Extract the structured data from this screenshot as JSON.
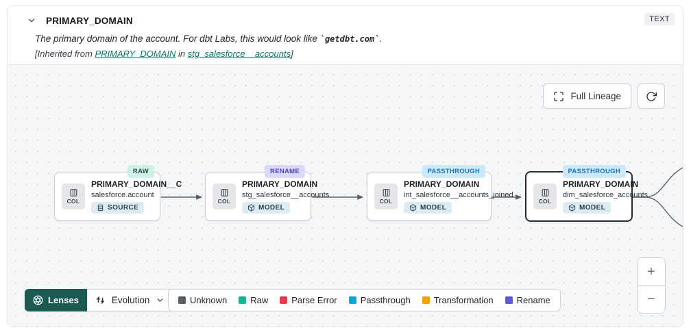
{
  "header": {
    "title": "PRIMARY_DOMAIN",
    "type_badge": "TEXT",
    "description_prefix": "The primary domain of the account. For dbt Labs, this would look like ",
    "description_code": "`getdbt.com`",
    "description_suffix": ".",
    "inherited_prefix": "[Inherited from ",
    "inherited_link_column": "PRIMARY_DOMAIN",
    "inherited_middle": " in ",
    "inherited_link_model": "stg_salesforce__accounts",
    "inherited_suffix": "]"
  },
  "toolbar": {
    "full_lineage_label": "Full Lineage"
  },
  "nodes": [
    {
      "title": "PRIMARY_DOMAIN__C",
      "subtitle": "salesforce.account",
      "resource": "SOURCE",
      "tag": "RAW",
      "col_label": "COL"
    },
    {
      "title": "PRIMARY_DOMAIN",
      "subtitle": "stg_salesforce__accounts",
      "resource": "MODEL",
      "tag": "RENAME",
      "col_label": "COL"
    },
    {
      "title": "PRIMARY_DOMAIN",
      "subtitle": "int_salesforce__accounts_joined",
      "resource": "MODEL",
      "tag": "PASSTHROUGH",
      "col_label": "COL"
    },
    {
      "title": "PRIMARY_DOMAIN",
      "subtitle": "dim_salesforce_accounts",
      "resource": "MODEL",
      "tag": "PASSTHROUGH",
      "col_label": "COL"
    }
  ],
  "lenses": {
    "label": "Lenses",
    "selected": "Evolution"
  },
  "legend": [
    {
      "label": "Unknown",
      "color": "#5a5d63"
    },
    {
      "label": "Raw",
      "color": "#19b394"
    },
    {
      "label": "Parse Error",
      "color": "#e23d4d"
    },
    {
      "label": "Passthrough",
      "color": "#0ea3d9"
    },
    {
      "label": "Transformation",
      "color": "#f0a202"
    },
    {
      "label": "Rename",
      "color": "#5f5bd7"
    }
  ],
  "zoom_controls": {
    "zoom_in": "+",
    "zoom_out": "−"
  },
  "colors": {
    "accent_teal": "#0c756a",
    "lenses_button": "#1b5a50",
    "tag_raw_bg": "#cdf2e5",
    "tag_rename_bg": "#dcd8fa",
    "tag_passthrough_bg": "#cde8f8",
    "canvas_bg": "#f5f6f8",
    "selected_node_border": "#252b33"
  }
}
